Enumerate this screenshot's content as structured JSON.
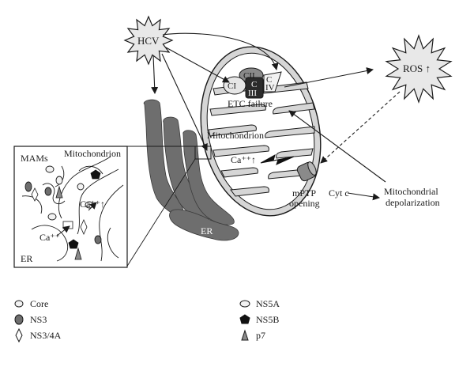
{
  "labels": {
    "hcv": "HCV",
    "ros": "ROS ↑",
    "c1": "CI",
    "c2": "CII",
    "c3a": "C",
    "c3b": "III",
    "c4a": "C",
    "c4b": "IV",
    "etc_failure": "ETC failure",
    "mitochondrion_main": "Mitochondrion",
    "ca_main": "Ca⁺⁺↑",
    "mptp1": "mPTP",
    "mptp2": "opening",
    "cytc": "Cyt c",
    "mito_dep1": "Mitochondrial",
    "mito_dep2": "depolarization",
    "er_main": "ER",
    "inset_mito": "Mitochondrion",
    "inset_mams": "MAMs",
    "inset_ca_up": "Ca⁺⁺↑",
    "inset_ca": "Ca⁺⁺",
    "inset_er": "ER"
  },
  "legend": [
    {
      "symbol": "core",
      "label": "Core"
    },
    {
      "symbol": "ns3",
      "label": "NS3"
    },
    {
      "symbol": "ns34a",
      "label": "NS3/4A"
    },
    {
      "symbol": "ns5a",
      "label": "NS5A"
    },
    {
      "symbol": "ns5b",
      "label": "NS5B"
    },
    {
      "symbol": "p7",
      "label": "p7"
    }
  ],
  "colors": {
    "er_fill": "#6e6e6e",
    "mito_fill": "#d6d6d6",
    "complex_dark": "#2b2b2b",
    "complex_mid": "#8a8a8a",
    "ns3_fill": "#6e6e6e",
    "stroke": "#1a1a1a"
  }
}
